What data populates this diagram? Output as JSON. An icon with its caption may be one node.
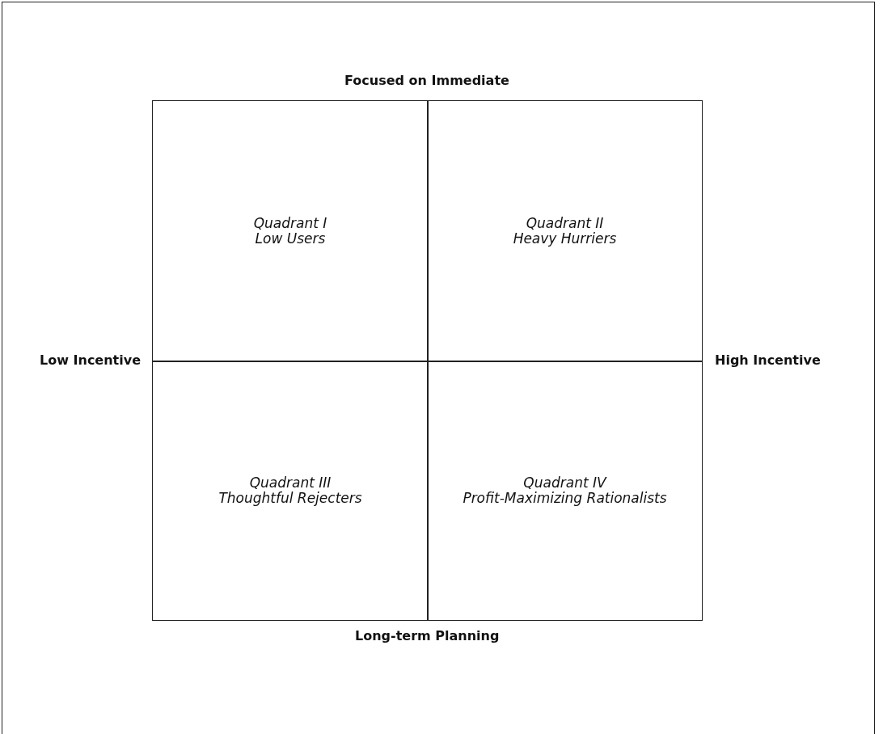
{
  "diagram": {
    "nodes": [
      {
        "text": [
          "Quadrant I",
          "Low Users"
        ]
      },
      {
        "text": [
          "Quadrant II",
          "Heavy Hurriers"
        ]
      },
      {
        "text": [
          "Quadrant III",
          "Thoughtful Rejecters"
        ]
      },
      {
        "text": [
          "Quadrant IV",
          "Profit-Maximizing Rationalists"
        ]
      }
    ],
    "edges": [],
    "labels": [
      "Focused on Immediate",
      "Low Incentive",
      "High Incentive",
      "Long-term Planning"
    ]
  }
}
